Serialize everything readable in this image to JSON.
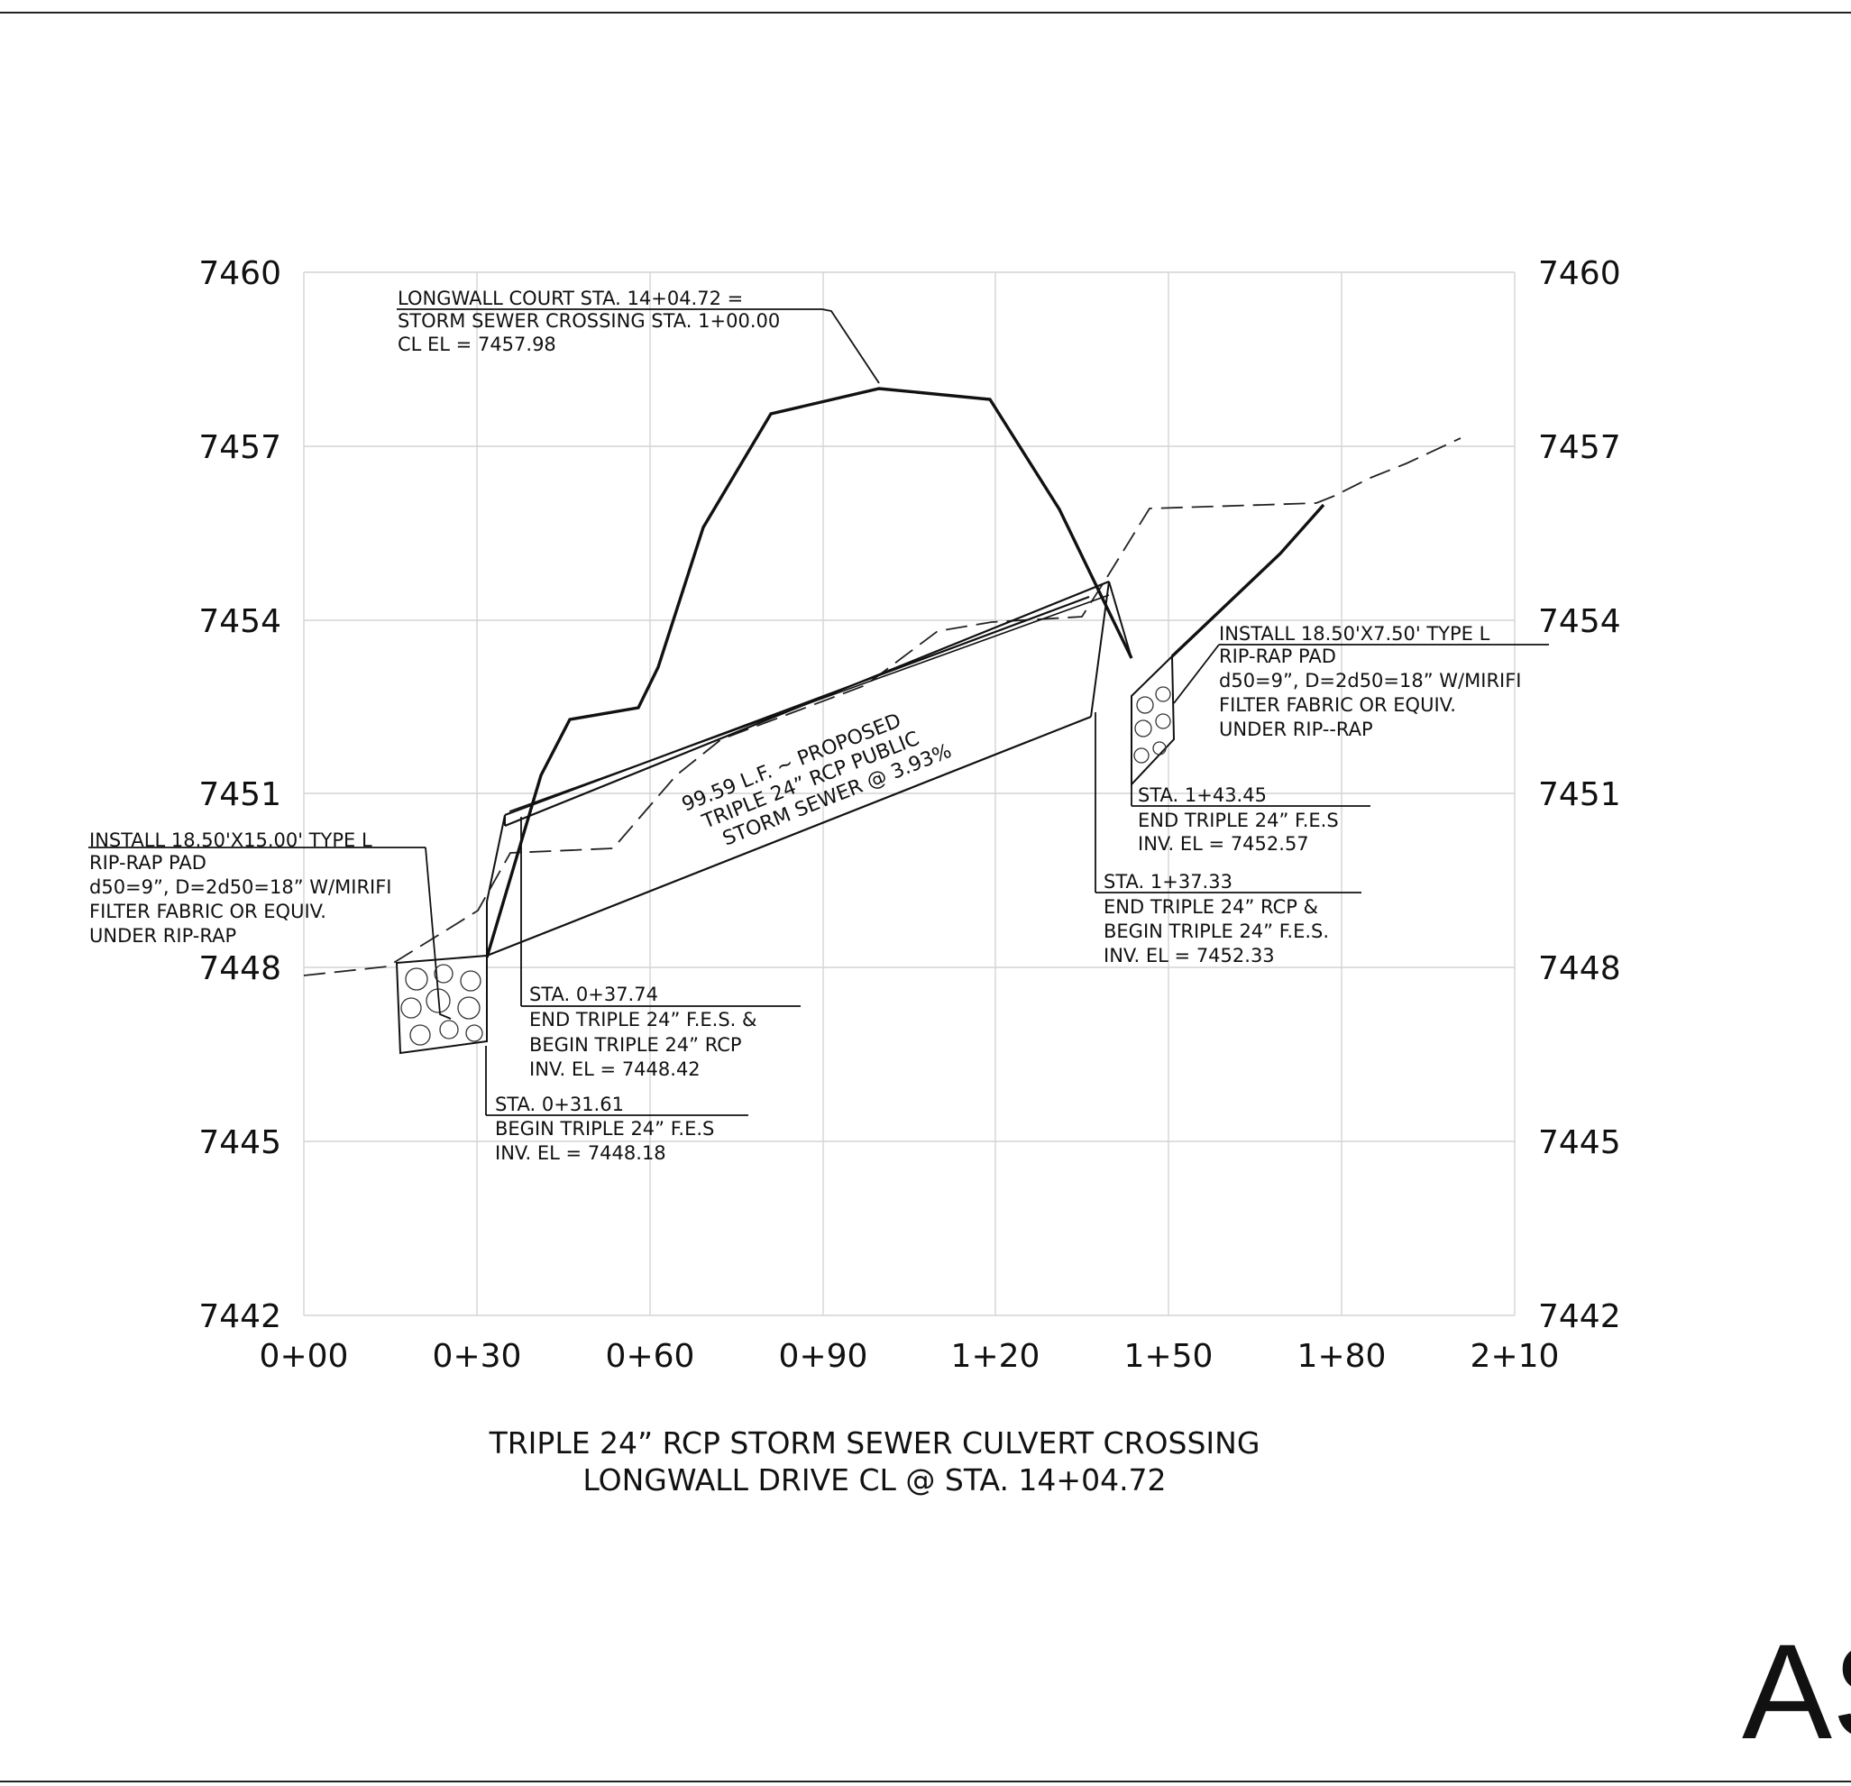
{
  "profile": {
    "y_ticks": [
      "7460",
      "7457",
      "7454",
      "7451",
      "7448",
      "7445",
      "7442"
    ],
    "x_ticks": [
      "0+00",
      "0+30",
      "0+60",
      "0+90",
      "1+20",
      "1+50",
      "1+80",
      "2+10"
    ],
    "title_line1": "TRIPLE 24” RCP STORM SEWER CULVERT CROSSING",
    "title_line2": "LONGWALL DRIVE CL @ STA. 14+04.72",
    "sheet_mark": "AS",
    "pipe_label": [
      "99.59 L.F. ~ PROPOSED",
      "TRIPLE 24” RCP PUBLIC",
      "STORM SEWER @ 3.93%"
    ],
    "callouts": {
      "crossing": [
        "LONGWALL COURT STA. 14+04.72 =",
        "STORM SEWER CROSSING STA. 1+00.00",
        "CL EL = 7457.98"
      ],
      "riprap_left": [
        "INSTALL 18.50'X15.00' TYPE L",
        "RIP-RAP PAD",
        "d50=9”, D=2d50=18” W/MIRIFI",
        "FILTER FABRIC OR EQUIV.",
        "UNDER RIP-RAP"
      ],
      "riprap_right": [
        "INSTALL 18.50'X7.50' TYPE L",
        "RIP-RAP PAD",
        "d50=9”, D=2d50=18” W/MIRIFI",
        "FILTER FABRIC OR EQUIV.",
        "UNDER RIP--RAP"
      ],
      "sta_14345": [
        "STA. 1+43.45",
        "END TRIPLE 24” F.E.S",
        "INV. EL = 7452.57"
      ],
      "sta_13733": [
        "STA. 1+37.33",
        "END TRIPLE 24” RCP &",
        "BEGIN TRIPLE 24” F.E.S.",
        "INV. EL = 7452.33"
      ],
      "sta_03774": [
        "STA. 0+37.74",
        "END TRIPLE 24” F.E.S. &",
        "BEGIN TRIPLE 24” RCP",
        "INV. EL = 7448.42"
      ],
      "sta_03161": [
        "STA. 0+31.61",
        "BEGIN TRIPLE 24” F.E.S",
        "INV. EL = 7448.18"
      ]
    }
  }
}
